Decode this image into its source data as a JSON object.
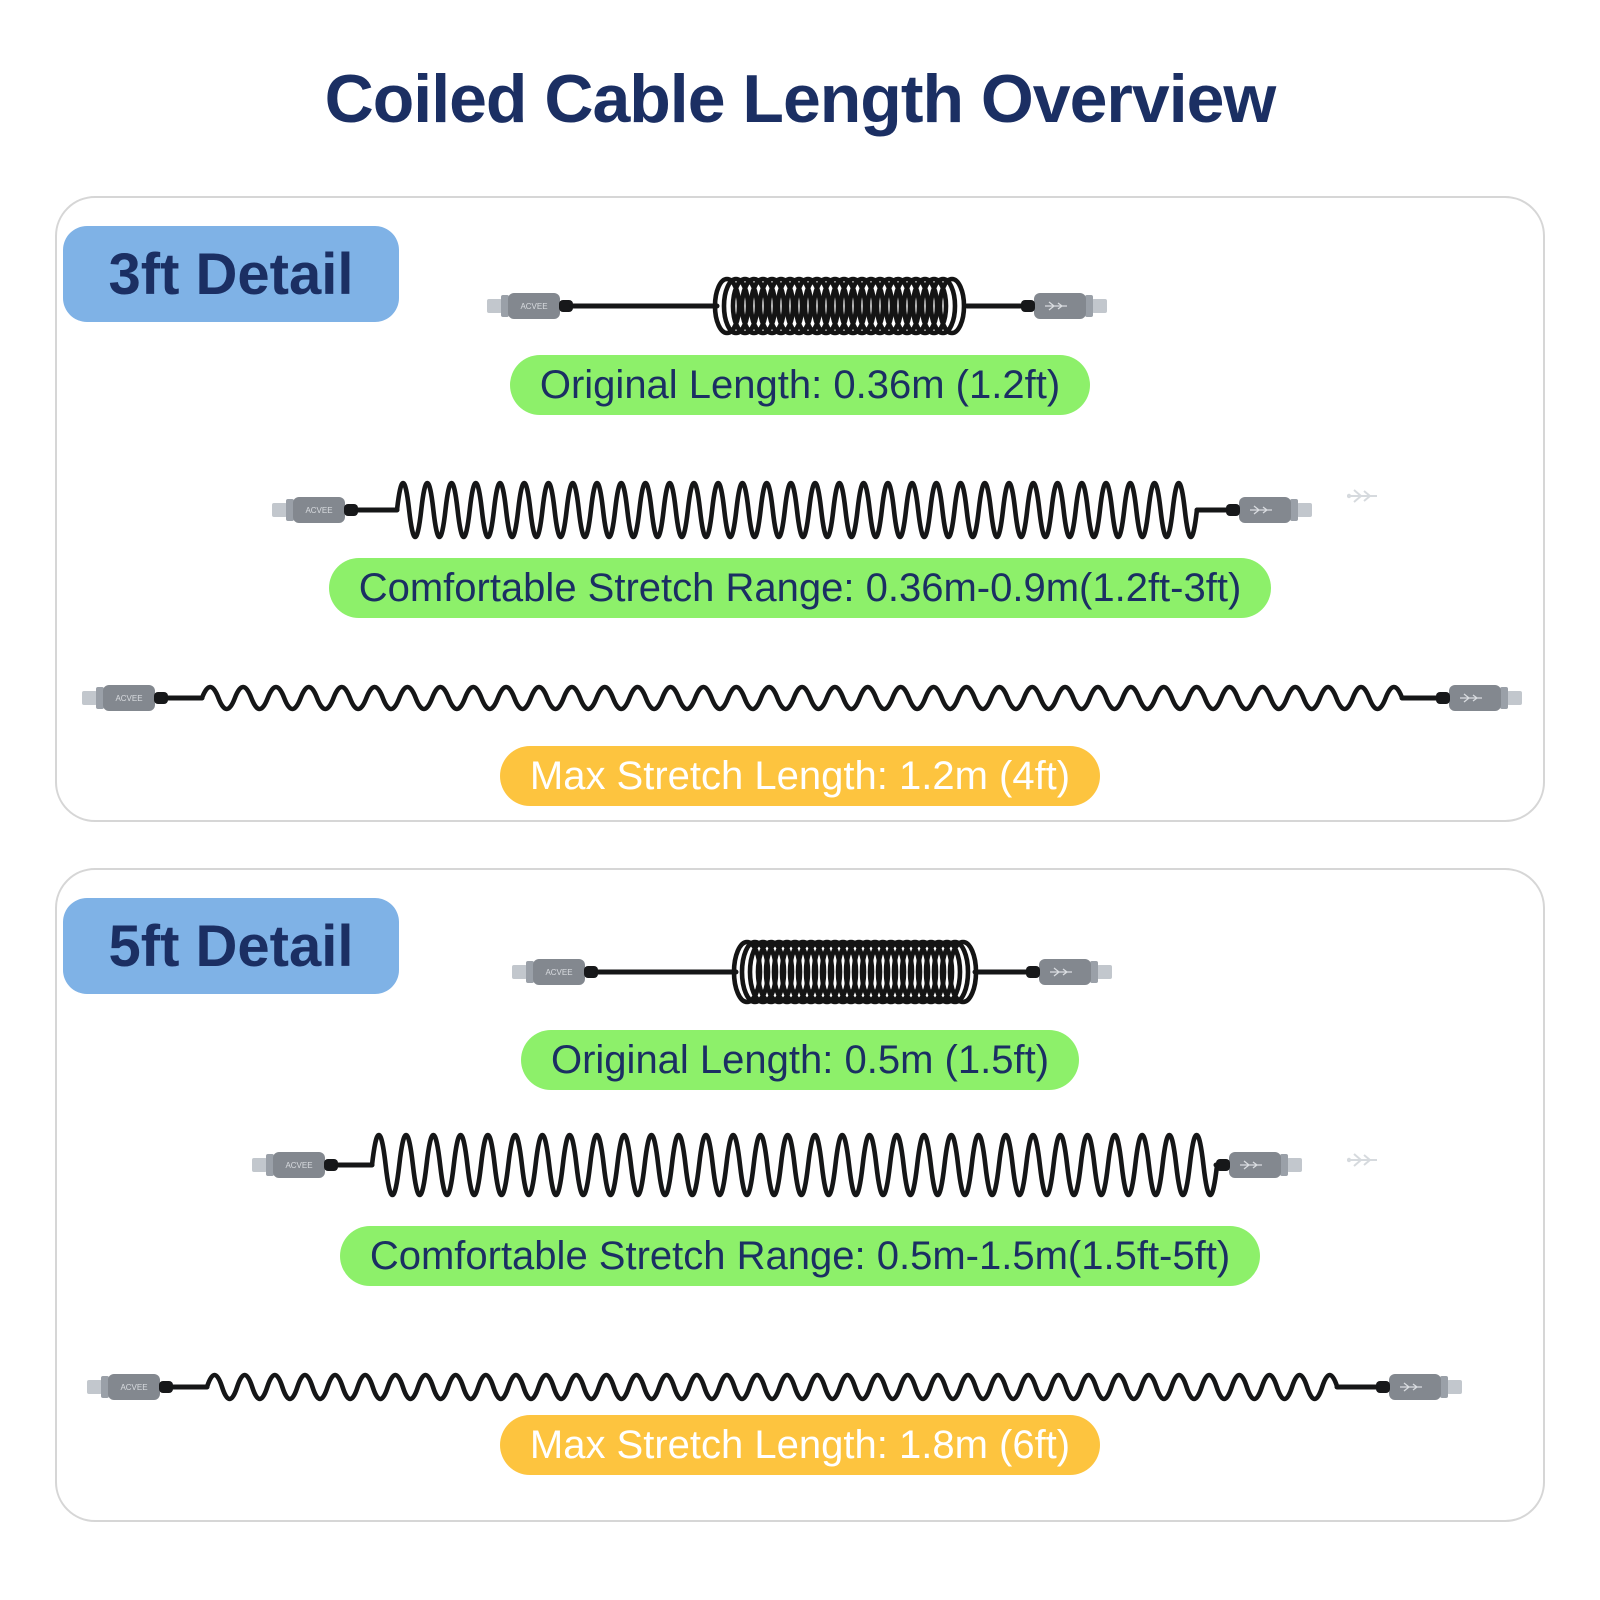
{
  "title": "Coiled Cable Length Overview",
  "brand": "ACVEE",
  "colors": {
    "navy": "#1b2f63",
    "tag_blue": "#7fb2e6",
    "green": "#8df06a",
    "yellow": "#fdc43f",
    "cable_black": "#151617",
    "connector_gray": "#83888f",
    "panel_border": "#d6d6d6"
  },
  "panels": [
    {
      "tag": "3ft Detail",
      "original": "Original Length: 0.36m (1.2ft)",
      "stretch": "Comfortable Stretch Range: 0.36m-0.9m(1.2ft-3ft)",
      "max": "Max Stretch Length: 1.2m (4ft)"
    },
    {
      "tag": "5ft Detail",
      "original": "Original Length: 0.5m (1.5ft)",
      "stretch": "Comfortable Stretch Range: 0.5m-1.5m(1.5ft-5ft)",
      "max": "Max Stretch Length: 1.8m (6ft)"
    }
  ]
}
